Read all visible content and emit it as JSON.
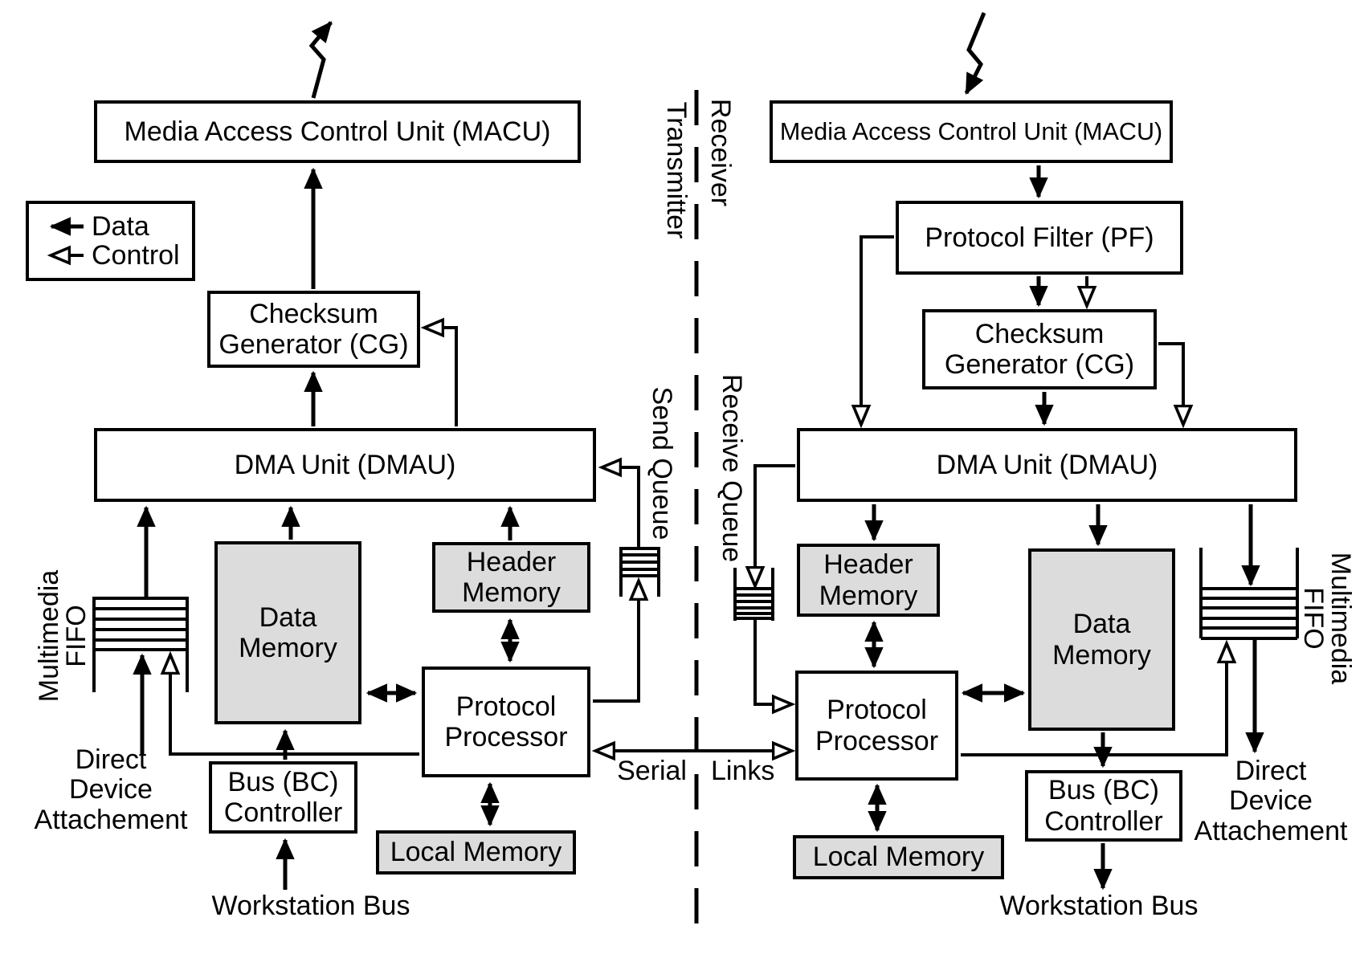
{
  "colors": {
    "memory_fill": "#dcdcdc",
    "ink": "#000000",
    "background": "#ffffff"
  },
  "legend": {
    "data": "Data",
    "control": "Control"
  },
  "divider": {
    "transmitter": "Transmitter",
    "receiver": "Receiver"
  },
  "serial_links": {
    "serial": "Serial",
    "links": "Links"
  },
  "transmitter": {
    "macu": "Media Access Control Unit (MACU)",
    "checksum_generator": [
      "Checksum",
      "Generator (CG)"
    ],
    "dma_unit": "DMA Unit (DMAU)",
    "data_memory": [
      "Data",
      "Memory"
    ],
    "header_memory": [
      "Header",
      "Memory"
    ],
    "protocol_processor": [
      "Protocol",
      "Processor"
    ],
    "bus_controller": [
      "Bus (BC)",
      "Controller"
    ],
    "local_memory": "Local Memory",
    "multimedia_fifo": [
      "Multimedia",
      "FIFO"
    ],
    "queue": "Send Queue",
    "direct_device": [
      "Direct",
      "Device",
      "Attachement"
    ],
    "workstation_bus": "Workstation Bus"
  },
  "receiver": {
    "macu": "Media Access Control Unit (MACU)",
    "protocol_filter": "Protocol  Filter  (PF)",
    "checksum_generator": [
      "Checksum",
      "Generator (CG)"
    ],
    "dma_unit": "DMA Unit (DMAU)",
    "header_memory": [
      "Header",
      "Memory"
    ],
    "data_memory": [
      "Data",
      "Memory"
    ],
    "protocol_processor": [
      "Protocol",
      "Processor"
    ],
    "bus_controller": [
      "Bus (BC)",
      "Controller"
    ],
    "local_memory": "Local Memory",
    "multimedia_fifo": [
      "Multimedia",
      "FIFO"
    ],
    "queue": "Receive Queue",
    "direct_device": [
      "Direct",
      "Device",
      "Attachement"
    ],
    "workstation_bus": "Workstation Bus"
  }
}
